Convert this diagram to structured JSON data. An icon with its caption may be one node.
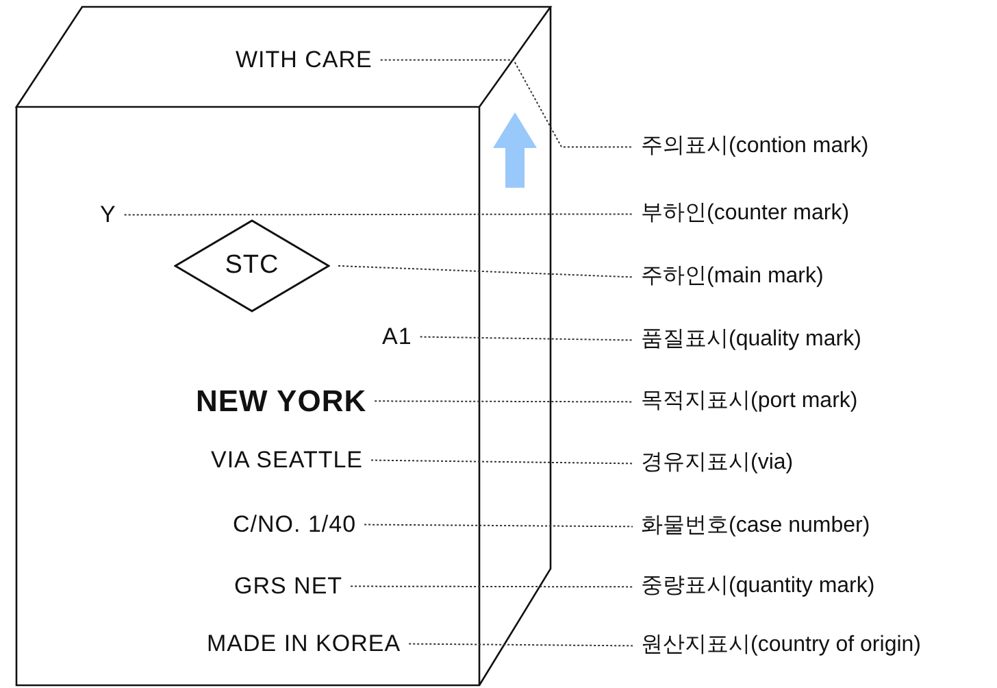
{
  "diagram": {
    "nodes": [
      {
        "text": [
          "WITH CARE"
        ]
      },
      {
        "text": [
          "Y"
        ]
      },
      {
        "text": [
          "STC"
        ]
      },
      {
        "text": [
          "A1"
        ]
      },
      {
        "text": [
          "NEW YORK"
        ]
      },
      {
        "text": [
          "VIA SEATTLE"
        ]
      },
      {
        "text": [
          "C/NO. 1/40"
        ]
      },
      {
        "text": [
          "GRS NET"
        ]
      },
      {
        "text": [
          "MADE IN KOREA"
        ]
      },
      {
        "text": [
          "주의표시(contion mark)"
        ]
      },
      {
        "text": [
          "부하인(counter mark)"
        ]
      },
      {
        "text": [
          "주하인(main mark)"
        ]
      },
      {
        "text": [
          "품질표시(quality mark)"
        ]
      },
      {
        "text": [
          "목적지표시(port mark)"
        ]
      },
      {
        "text": [
          "경유지표시(via)"
        ]
      },
      {
        "text": [
          "화물번호(case number)"
        ]
      },
      {
        "text": [
          "중량표시(quantity mark)"
        ]
      },
      {
        "text": [
          "원산지표시(country of origin)"
        ]
      }
    ],
    "edges": [
      {
        "from": 0,
        "to": 9,
        "arrow": "none"
      },
      {
        "from": 1,
        "to": 10,
        "arrow": "none"
      },
      {
        "from": 2,
        "to": 11,
        "arrow": "none"
      },
      {
        "from": 3,
        "to": 12,
        "arrow": "none"
      },
      {
        "from": 4,
        "to": 13,
        "arrow": "none"
      },
      {
        "from": 5,
        "to": 14,
        "arrow": "none"
      },
      {
        "from": 6,
        "to": 15,
        "arrow": "none"
      },
      {
        "from": 7,
        "to": 16,
        "arrow": "none"
      },
      {
        "from": 8,
        "to": 17,
        "arrow": "none"
      }
    ]
  }
}
